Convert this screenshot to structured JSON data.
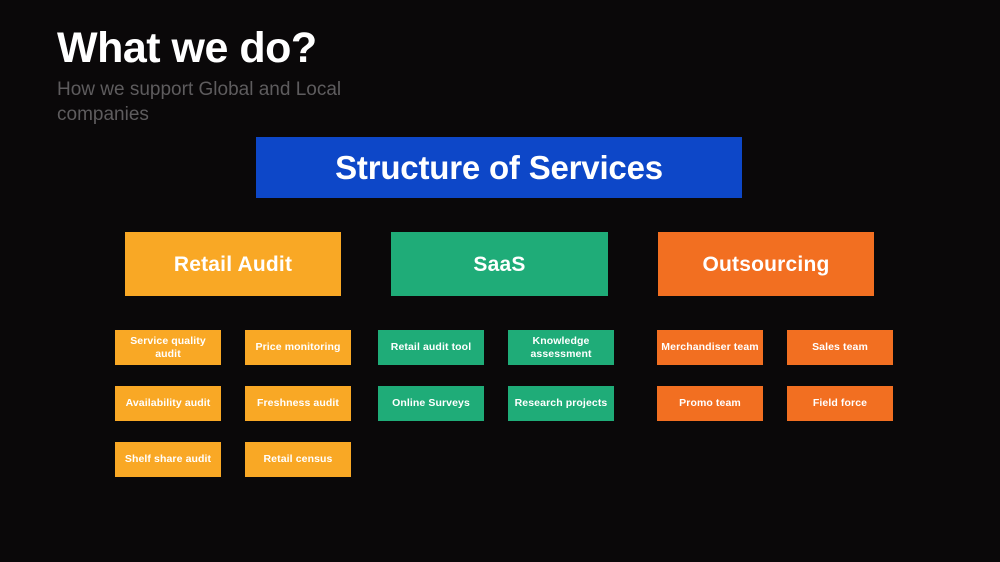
{
  "header": {
    "title": "What we do?",
    "subtitle": "How we support Global and Local companies"
  },
  "banner": {
    "label": "Structure of Services",
    "color": "#0d47c8"
  },
  "colors": {
    "background": "#0a0809",
    "title_text": "#ffffff",
    "subtitle_text": "#5e5c5e",
    "banner_blue": "#0d47c8",
    "amber": "#f9a825",
    "green": "#1fac78",
    "orange": "#f26f21"
  },
  "columns": [
    {
      "header": "Retail Audit",
      "color": "#f9a825",
      "item_color": "#f9a825",
      "items": [
        "Service quality audit",
        "Price monitoring",
        "Availability audit",
        "Freshness audit",
        "Shelf share audit",
        "Retail census"
      ]
    },
    {
      "header": "SaaS",
      "color": "#1fac78",
      "item_color": "#1fac78",
      "items": [
        "Retail audit tool",
        "Knowledge assessment",
        "Online Surveys",
        "Research projects"
      ]
    },
    {
      "header": "Outsourcing",
      "color": "#f26f21",
      "item_color": "#f26f21",
      "items": [
        "Merchandiser team",
        "Sales team",
        "Promo team",
        "Field force"
      ]
    }
  ]
}
